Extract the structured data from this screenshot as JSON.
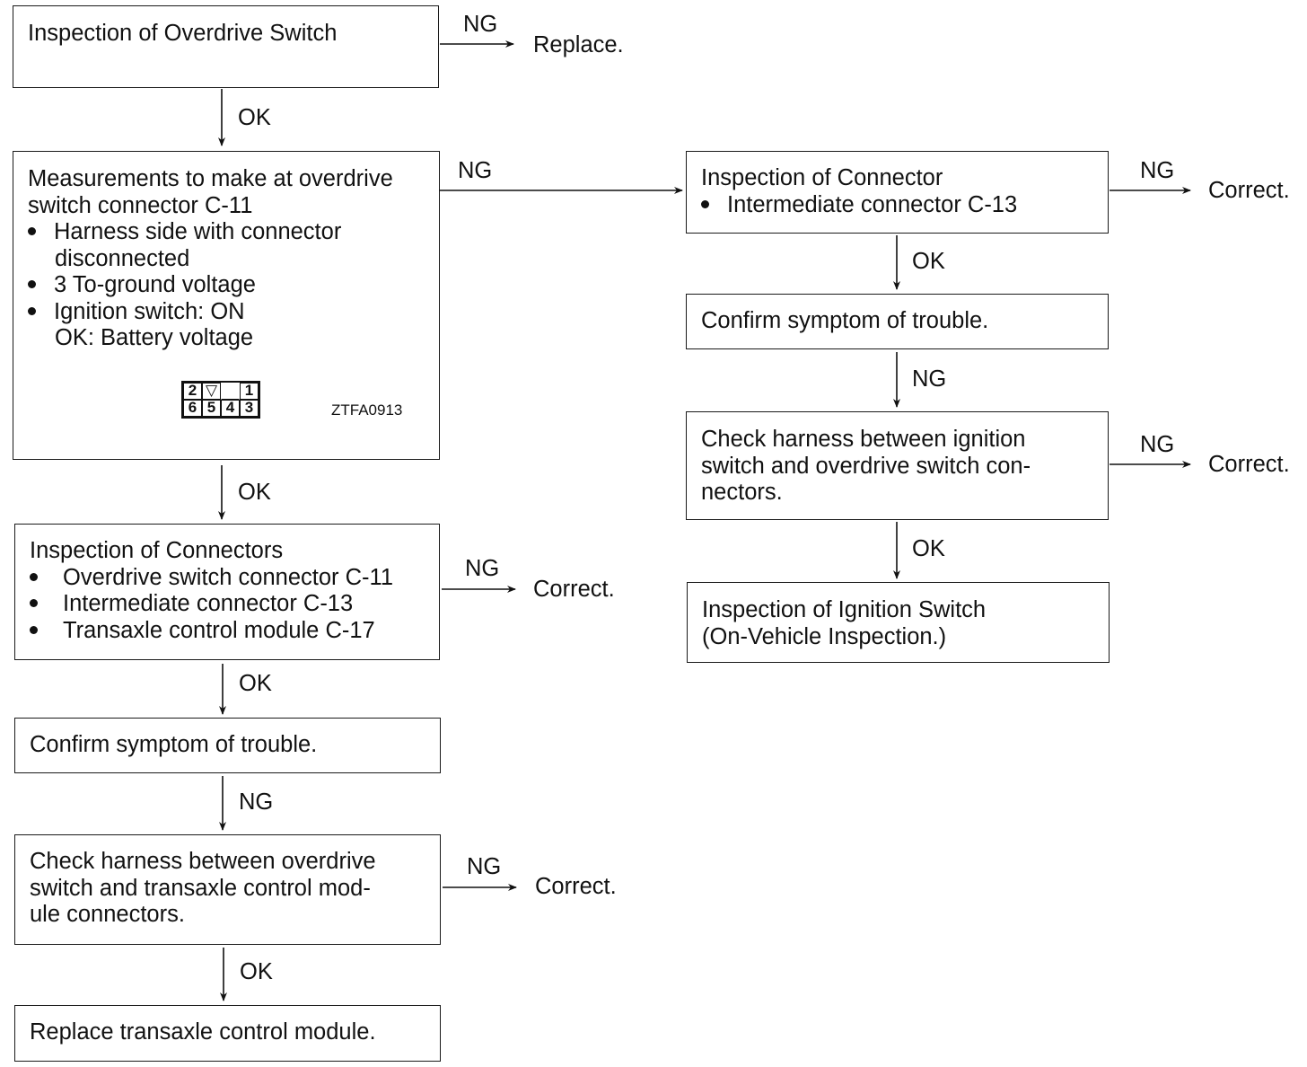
{
  "nodes": {
    "od_switch": {
      "lines": [
        "Inspection of Overdrive Switch"
      ]
    },
    "measurements": {
      "lines": [
        "Measurements to make at overdrive",
        "switch connector C-11"
      ],
      "bullets": [
        {
          "text": "Harness side with connector",
          "cont": "disconnected"
        },
        {
          "text": "3 To-ground voltage"
        },
        {
          "text": "Ignition switch: ON",
          "cont": "OK: Battery voltage"
        }
      ],
      "connector_pins": [
        "2",
        "▽",
        "",
        "1",
        "6",
        "5",
        "4",
        "3"
      ],
      "figure_code": "ZTFA0913"
    },
    "connectors": {
      "lines": [
        "Inspection of Connectors"
      ],
      "bullets": [
        {
          "text": "Overdrive switch connector C-11"
        },
        {
          "text": "Intermediate connector C-13"
        },
        {
          "text": "Transaxle control module C-17"
        }
      ]
    },
    "confirm_left": {
      "lines": [
        "Confirm symptom of trouble."
      ]
    },
    "harness_left": {
      "lines": [
        "Check harness between overdrive",
        "switch and transaxle control mod-",
        "ule connectors."
      ]
    },
    "replace_tcm": {
      "lines": [
        "Replace transaxle control module."
      ]
    },
    "connector_right": {
      "lines": [
        "Inspection of Connector"
      ],
      "bullets": [
        {
          "text": "Intermediate connector C-13"
        }
      ]
    },
    "confirm_right": {
      "lines": [
        "Confirm symptom of trouble."
      ]
    },
    "harness_right": {
      "lines": [
        "Check harness between ignition",
        "switch and overdrive switch con-",
        "nectors."
      ]
    },
    "ignition_switch": {
      "lines": [
        "Inspection of Ignition Switch",
        "(On-Vehicle Inspection.)"
      ]
    }
  },
  "edge_labels": {
    "ok": "OK",
    "ng": "NG"
  },
  "results": {
    "replace": "Replace.",
    "correct": "Correct."
  }
}
